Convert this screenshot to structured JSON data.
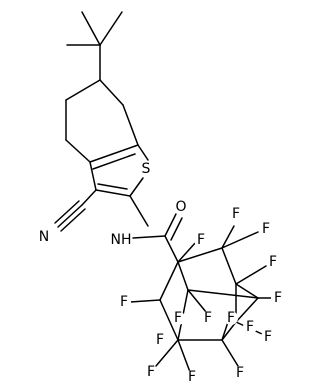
{
  "molecule": {
    "atoms": [
      {
        "id": "S",
        "label": "S"
      },
      {
        "id": "N_nitrile",
        "label": "N"
      },
      {
        "id": "NH",
        "label": "NH"
      },
      {
        "id": "O",
        "label": "O"
      },
      {
        "id": "F1",
        "label": "F"
      },
      {
        "id": "F2",
        "label": "F"
      },
      {
        "id": "F3",
        "label": "F"
      },
      {
        "id": "F4",
        "label": "F"
      },
      {
        "id": "F5",
        "label": "F"
      },
      {
        "id": "F6",
        "label": "F"
      },
      {
        "id": "F7",
        "label": "F"
      },
      {
        "id": "F8",
        "label": "F"
      },
      {
        "id": "F9",
        "label": "F"
      },
      {
        "id": "F10",
        "label": "F"
      },
      {
        "id": "F11",
        "label": "F"
      },
      {
        "id": "F12",
        "label": "F"
      },
      {
        "id": "F13",
        "label": "F"
      },
      {
        "id": "F14",
        "label": "F"
      },
      {
        "id": "F15",
        "label": "F"
      }
    ]
  }
}
